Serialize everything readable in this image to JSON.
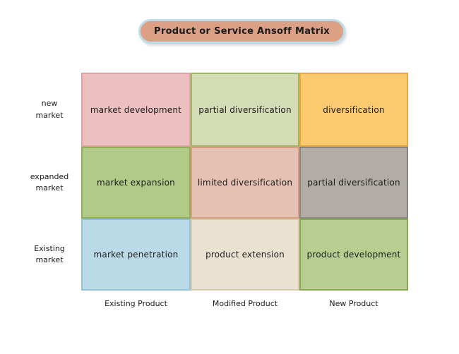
{
  "title": {
    "text": "Product or Service Ansoff Matrix",
    "fill": "#dca084",
    "border": "#bcdde6"
  },
  "matrix": {
    "row_labels": [
      "new\nmarket",
      "expanded\nmarket",
      "Existing\nmarket"
    ],
    "col_labels": [
      "Existing Product",
      "Modified Product",
      "New Product"
    ],
    "cells": [
      {
        "label": "market development",
        "fill": "#ecbfc1",
        "border": "#e2a2a4"
      },
      {
        "label": "partial diversification",
        "fill": "#d3dcb5",
        "border": "#9db964"
      },
      {
        "label": "diversification",
        "fill": "#fbc96e",
        "border": "#eaa83b"
      },
      {
        "label": "market expansion",
        "fill": "#b1ca88",
        "border": "#8fae56"
      },
      {
        "label": "limited diversification",
        "fill": "#e4c1b2",
        "border": "#d99e81"
      },
      {
        "label": "partial diversification",
        "fill": "#b2aca6",
        "border": "#8a847e"
      },
      {
        "label": "market penetration",
        "fill": "#badae7",
        "border": "#93c2d6"
      },
      {
        "label": "product extension",
        "fill": "#eae2d1",
        "border": "#d8ccb0"
      },
      {
        "label": "product development",
        "fill": "#b7ce90",
        "border": "#84ab4f"
      }
    ]
  },
  "colors": {
    "background": "#ffffff",
    "text": "#1b1b1b"
  }
}
